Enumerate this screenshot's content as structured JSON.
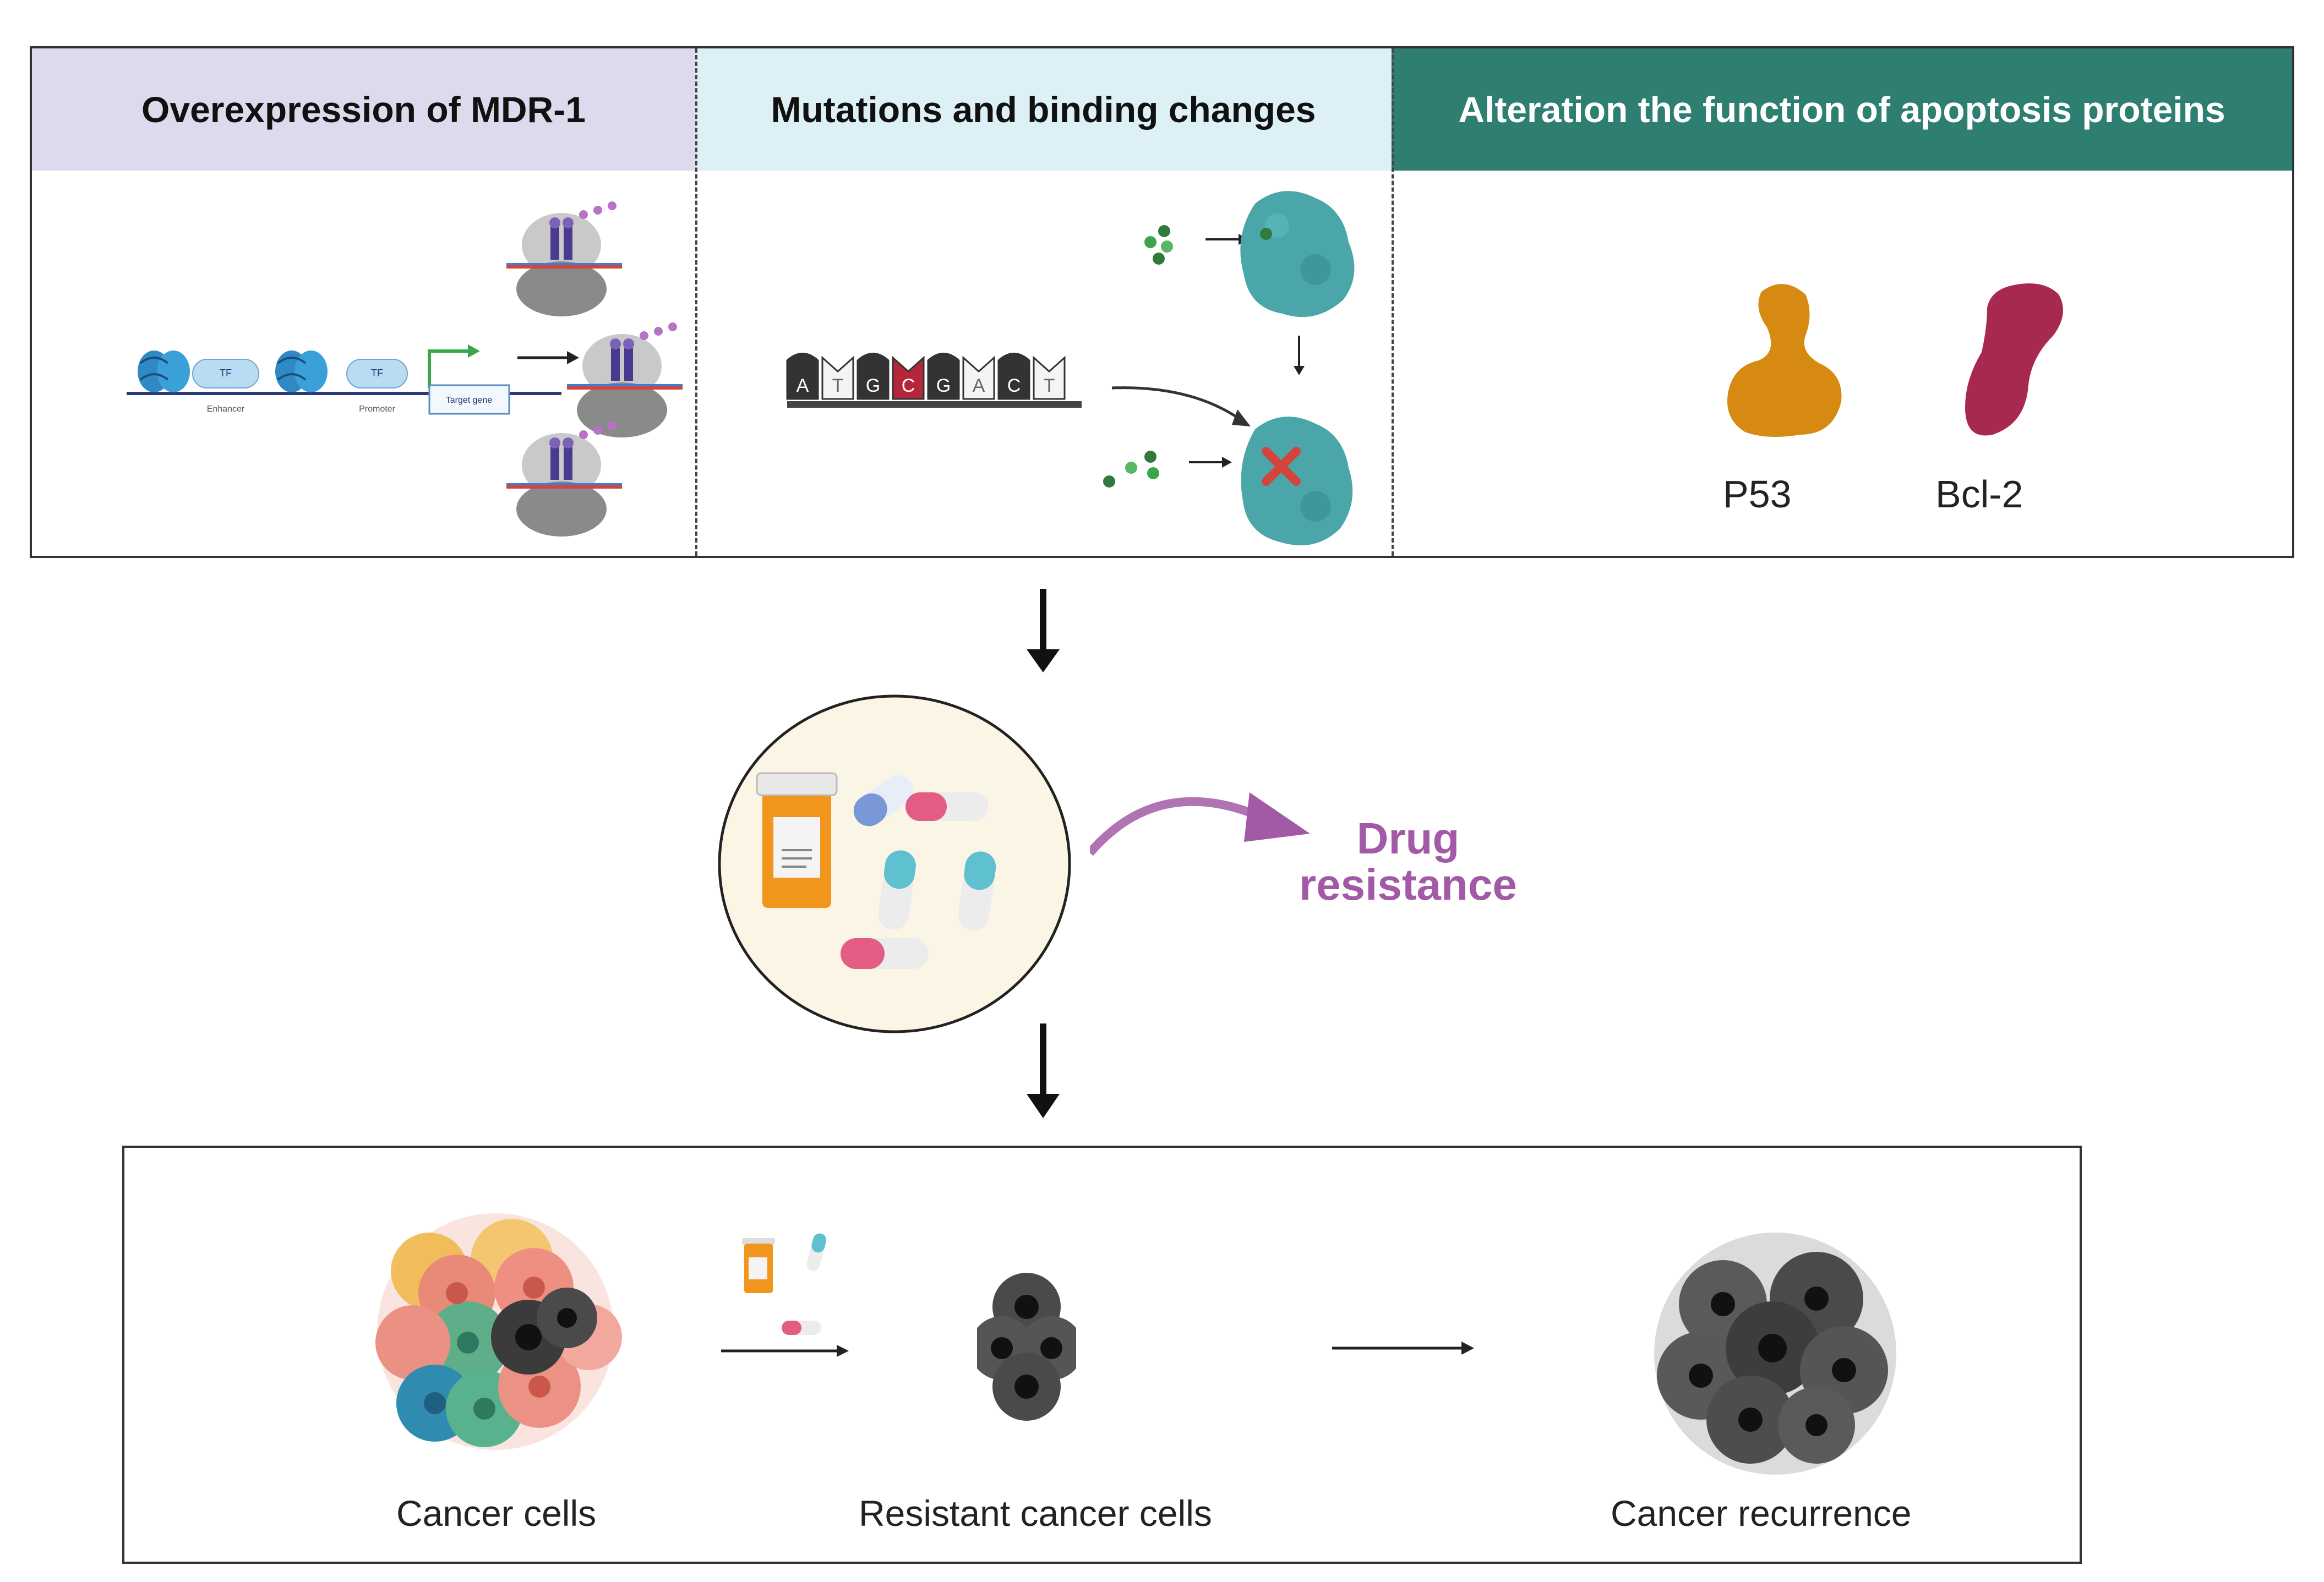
{
  "panels": [
    {
      "title": "Overexpression of MDR-1"
    },
    {
      "title": "Mutations and binding changes"
    },
    {
      "title": "Alteration the function of apoptosis proteins"
    }
  ],
  "gene_diagram": {
    "tf1": "TF",
    "tf2": "TF",
    "enhancer": "Enhancer",
    "promoter": "Promoter",
    "target": "Target gene"
  },
  "dna_letters": [
    "A",
    "T",
    "G",
    "C",
    "G",
    "A",
    "C",
    "T"
  ],
  "proteins": {
    "p53": "P53",
    "bcl2": "Bcl-2"
  },
  "drug_resistance": "Drug\nresistance",
  "bottom": {
    "cancer_cells": "Cancer cells",
    "resistant_cells": "Resistant cancer cells",
    "recurrence": "Cancer recurrence"
  },
  "colors": {
    "panel1_header": "#dddaee",
    "panel2_header": "#dcf0f6",
    "panel3_header": "#2e7f72",
    "protein_teal": "#4aa6a8",
    "p53": "#d68a12",
    "bcl2": "#a8294f",
    "drug_resistance": "#a25aa6",
    "mutation": "#b5263a"
  }
}
